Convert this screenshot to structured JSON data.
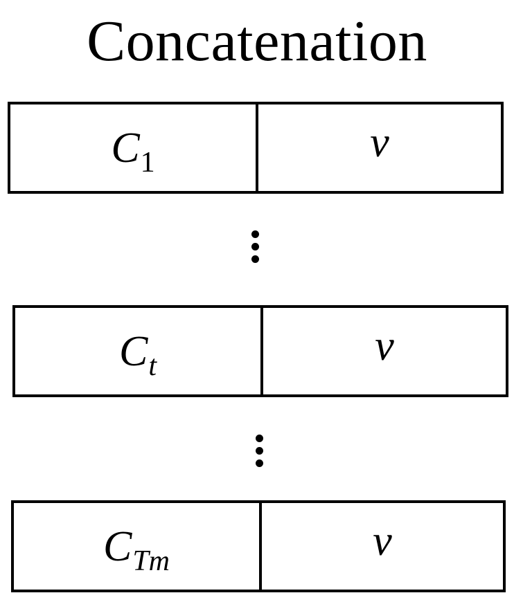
{
  "title": "Concatenation",
  "rows": [
    {
      "left_symbol": "C",
      "left_subscript": "1",
      "right_symbol": "v"
    },
    {
      "left_symbol": "C",
      "left_subscript": "t",
      "right_symbol": "v"
    },
    {
      "left_symbol": "C",
      "left_subscript": "Tm",
      "right_symbol": "v"
    }
  ],
  "separators": [
    "vertical-ellipsis",
    "vertical-ellipsis"
  ]
}
